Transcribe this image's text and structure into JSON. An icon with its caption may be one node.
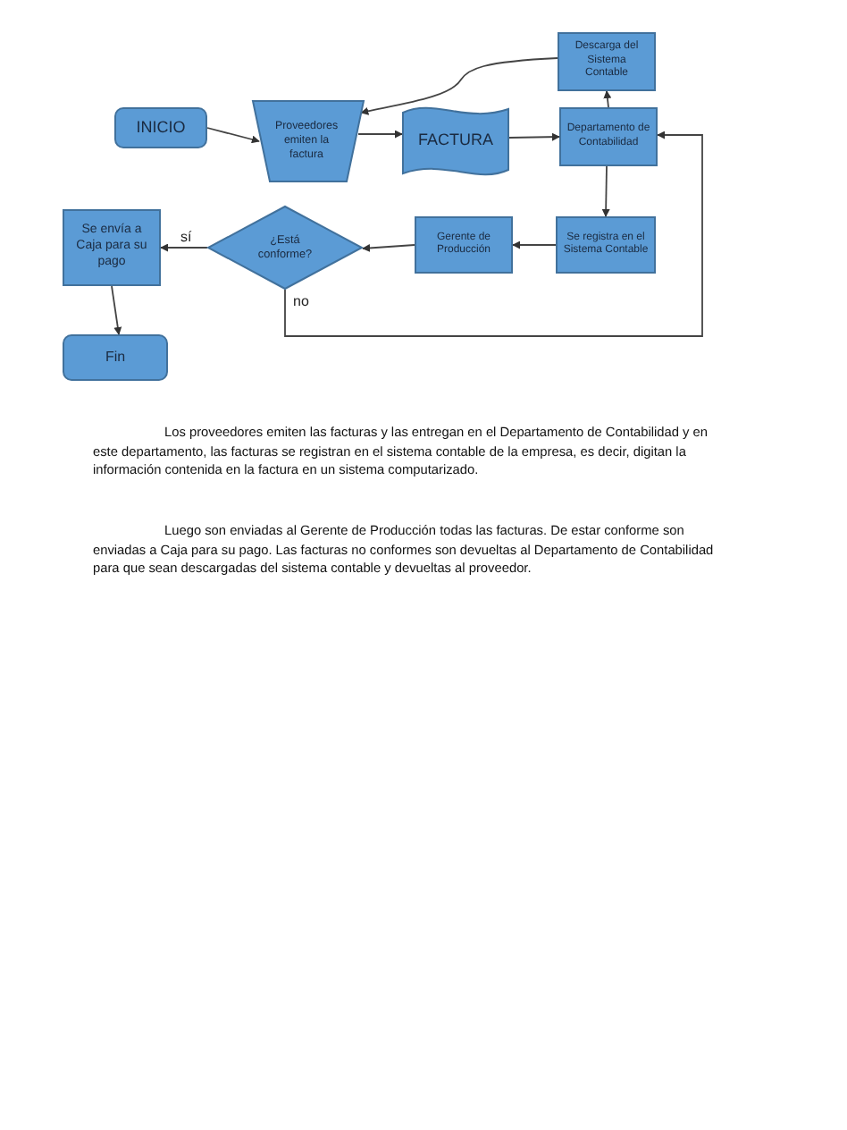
{
  "diagram": {
    "nodes": [
      {
        "text": [
          "INICIO"
        ]
      },
      {
        "text": [
          "Proveedores emiten la factura"
        ]
      },
      {
        "text": [
          "FACTURA"
        ]
      },
      {
        "text": [
          "Descarga del Sistema Contable"
        ]
      },
      {
        "text": [
          "Departamento de Contabilidad"
        ]
      },
      {
        "text": [
          "Se registra en el Sistema Contable"
        ]
      },
      {
        "text": [
          "Gerente de Producción"
        ]
      },
      {
        "text": [
          "¿Está conforme?"
        ]
      },
      {
        "text": [
          "Se envía a Caja para su pago"
        ]
      },
      {
        "text": [
          "Fin"
        ]
      }
    ],
    "edges": [
      {
        "from": 0,
        "to": 1,
        "arrow": "to"
      },
      {
        "from": 1,
        "to": 2,
        "arrow": "to"
      },
      {
        "from": 2,
        "to": 4,
        "arrow": "to"
      },
      {
        "from": 4,
        "to": 3,
        "arrow": "to"
      },
      {
        "from": 3,
        "to": 1,
        "arrow": "to"
      },
      {
        "from": 4,
        "to": 5,
        "arrow": "to"
      },
      {
        "from": 5,
        "to": 6,
        "arrow": "to"
      },
      {
        "from": 6,
        "to": 7,
        "arrow": "to"
      },
      {
        "from": 7,
        "to": 8,
        "arrow": "to",
        "label": "sí"
      },
      {
        "from": 7,
        "to": 4,
        "arrow": "to",
        "label": "no"
      },
      {
        "from": 8,
        "to": 9,
        "arrow": "to"
      }
    ],
    "labels": [
      "Los proveedores emiten las facturas y las entregan en el Departamento de Contabilidad y en este departamento, las facturas se registran en el sistema contable de la empresa, es decir, digitan la información contenida en la factura en un sistema computarizado.",
      "Luego son enviadas al Gerente de Producción todas las facturas.  De estar conforme son enviadas a Caja para su pago.  Las facturas no conformes son devueltas al Departamento de Contabilidad para que sean descargadas del sistema contable y devueltas al proveedor."
    ]
  }
}
